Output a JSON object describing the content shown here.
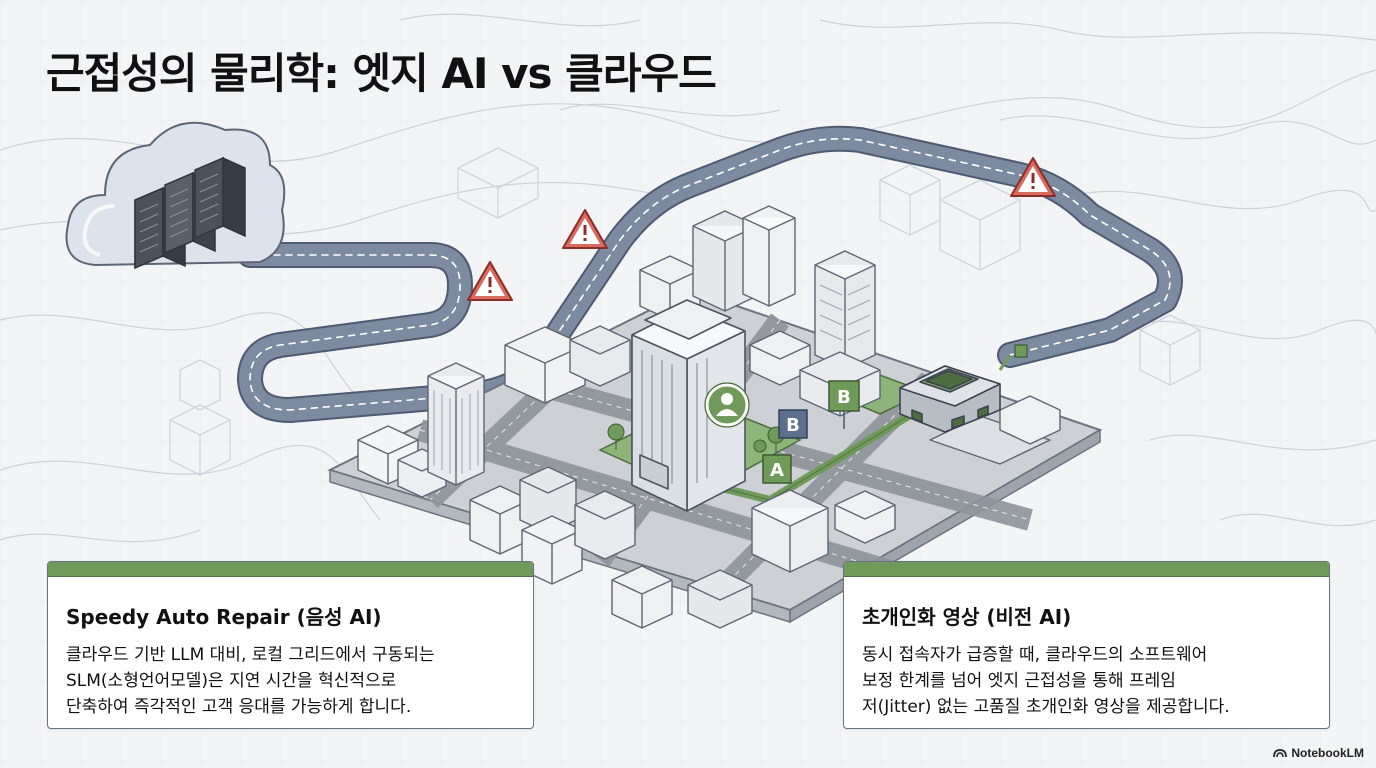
{
  "title": "근접성의 물리학: 엣지 AI vs 클라우드",
  "map_labels": {
    "a": "A",
    "b": "B",
    "b2": "B"
  },
  "cards": [
    {
      "title": "Speedy Auto Repair (음성 AI)",
      "lines": [
        "클라우드 기반 LLM 대비, 로컬 그리드에서 구동되는",
        "SLM(소형언어모델)은 지연 시간을 혁신적으로",
        "단축하여 즉각적인 고객 응대를 가능하게 합니다."
      ]
    },
    {
      "title": "초개인화 영상 (비전 AI)",
      "lines": [
        "동시 접속자가 급증할 때, 클라우드의 소프트웨어",
        "보정 한계를 넘어 엣지 근접성을 통해 프레임",
        "저(Jitter) 없는 고품질 초개인화 영상을 제공합니다."
      ]
    }
  ],
  "brand": "NotebookLM",
  "colors": {
    "accent_green": "#6f9a5a",
    "road": "#7d8ba0",
    "warning": "#c0504d",
    "label_blue": "#5c6f8c"
  }
}
